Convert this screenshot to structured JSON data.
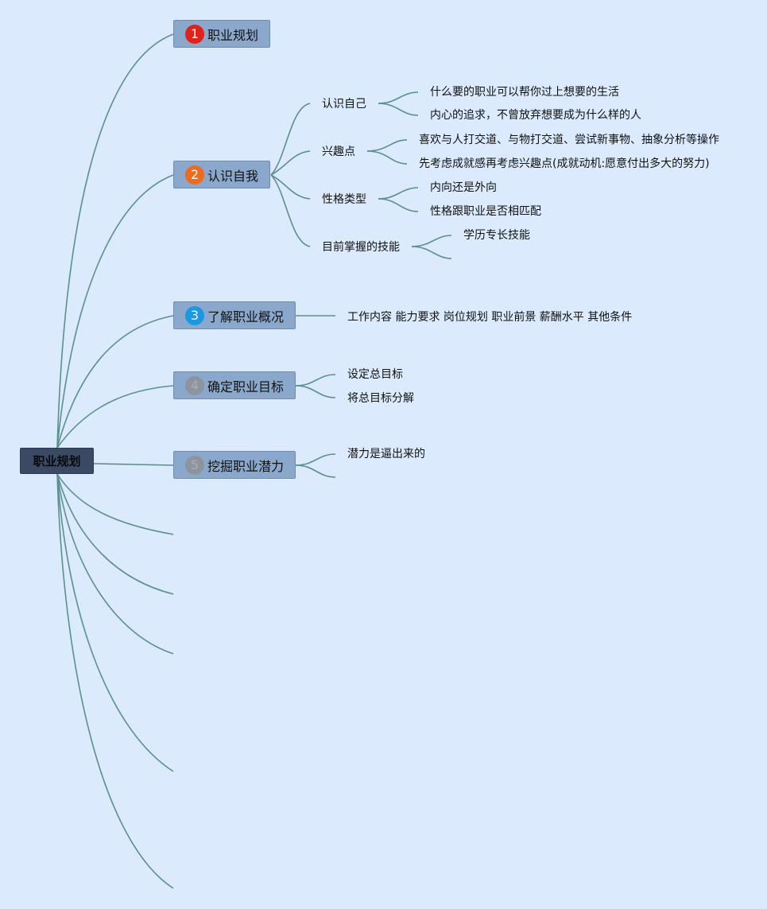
{
  "root": {
    "label": "职业规划"
  },
  "topics": [
    {
      "number": "1",
      "label": "职业规划",
      "badge_color": "#e0221a",
      "number_color": "#ffffff"
    },
    {
      "number": "2",
      "label": "认识自我",
      "badge_color": "#ee6a1c",
      "number_color": "#ffffff"
    },
    {
      "number": "3",
      "label": "了解职业概况",
      "badge_color": "#1c97e3",
      "number_color": "#ffffff"
    },
    {
      "number": "4",
      "label": "确定职业目标",
      "badge_color": "#8d949e",
      "number_color": "#a8aeb6"
    },
    {
      "number": "5",
      "label": "挖掘职业潜力",
      "badge_color": "#8d949e",
      "number_color": "#a8aeb6"
    }
  ],
  "self": [
    {
      "label": "认识自己",
      "children": [
        "什么要的职业可以帮你过上想要的生活",
        "内心的追求，不曾放弃想要成为什么样的人"
      ]
    },
    {
      "label": "兴趣点",
      "children": [
        "喜欢与人打交道、与物打交道、尝试新事物、抽象分析等操作",
        "先考虑成就感再考虑兴趣点(成就动机:愿意付出多大的努力)"
      ]
    },
    {
      "label": "性格类型",
      "children": [
        "内向还是外向",
        "性格跟职业是否相匹配"
      ]
    },
    {
      "label": "目前掌握的技能",
      "children": [
        "学历专长技能",
        ""
      ]
    }
  ],
  "overview": [
    "工作内容 能力要求 岗位规划 职业前景 薪酬水平 其他条件"
  ],
  "goals": [
    "设定总目标",
    "将总目标分解"
  ],
  "potential": [
    "潜力是逼出来的",
    ""
  ],
  "colors": {
    "line": "#5a918c",
    "background": "#dbeafd",
    "topic_fill": "#8aa8cc",
    "root_fill": "#3a4a65"
  }
}
